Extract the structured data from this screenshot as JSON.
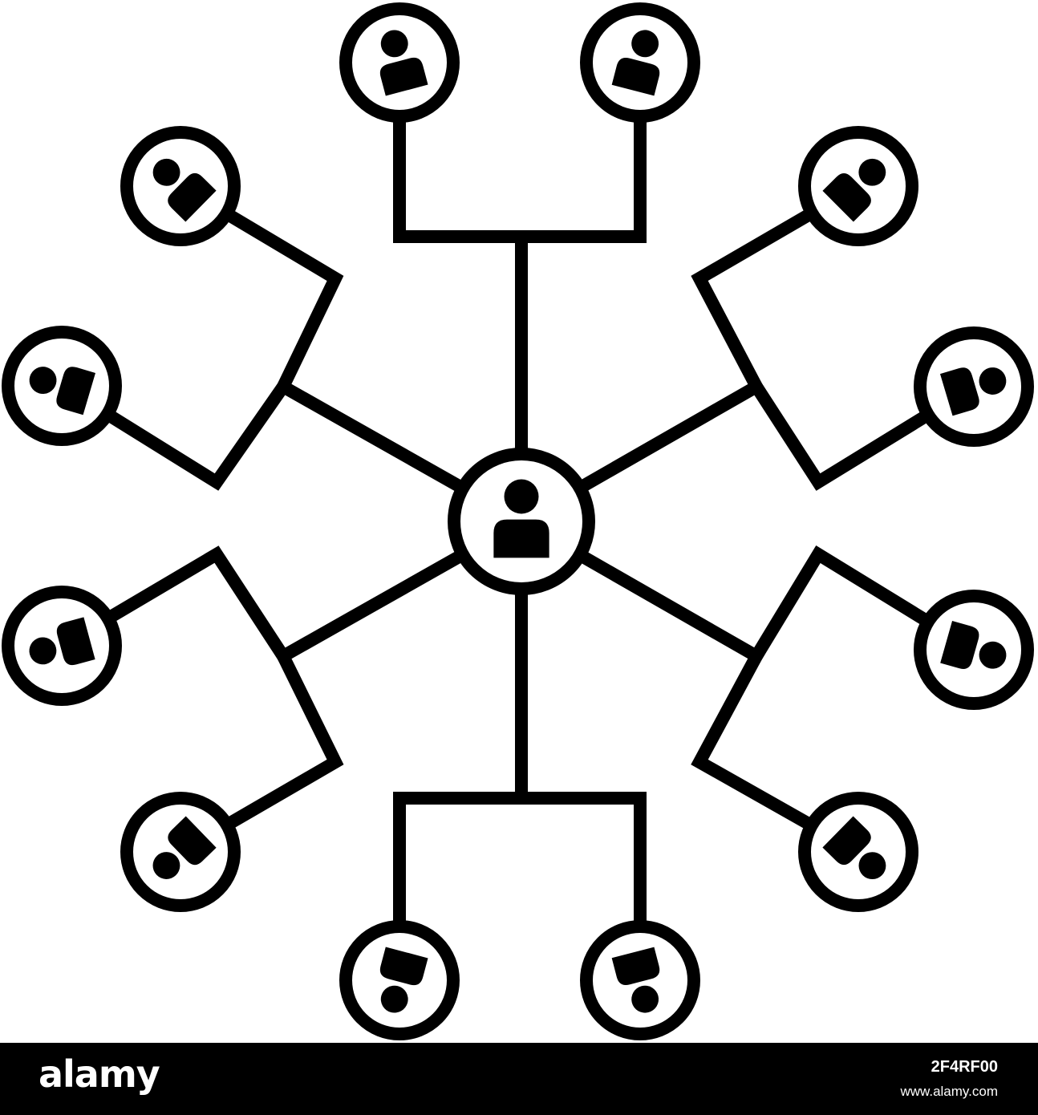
{
  "diagram": {
    "line_color": "#000000",
    "background_color": "#ffffff",
    "node_icon": "person-icon",
    "center_node_icon": "person-icon"
  },
  "watermark": {
    "brand": "alamy",
    "image_id": "2F4RF00",
    "url": "www.alamy.com",
    "bar_color": "#000000",
    "text_color": "#ffffff"
  }
}
